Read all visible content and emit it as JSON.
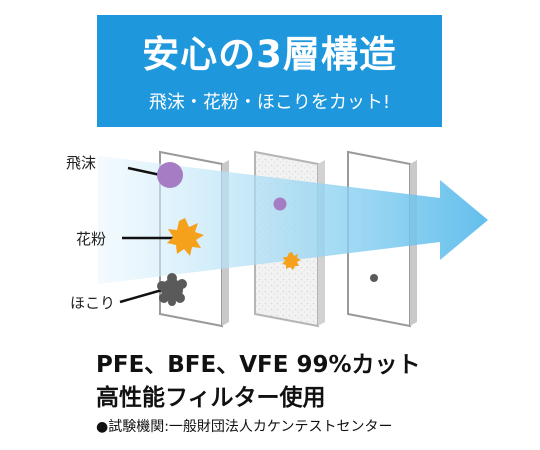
{
  "banner": {
    "title": "安心の3層構造",
    "subtitle": "飛沫・花粉・ほこりをカット!"
  },
  "labels": {
    "droplet": "飛沫",
    "pollen": "花粉",
    "dust": "ほこり"
  },
  "footer": {
    "line1": "PFE、BFE、VFE 99%カット",
    "line2": "高性能フィルター使用",
    "note": "●試験機関:一般財団法人カケンテストセンター"
  },
  "colors": {
    "banner": "#1e97dd",
    "arrow": "#6ec6f0",
    "droplet": "#a67cc4",
    "pollen": "#f5a11c",
    "dust": "#5a5a5a"
  }
}
